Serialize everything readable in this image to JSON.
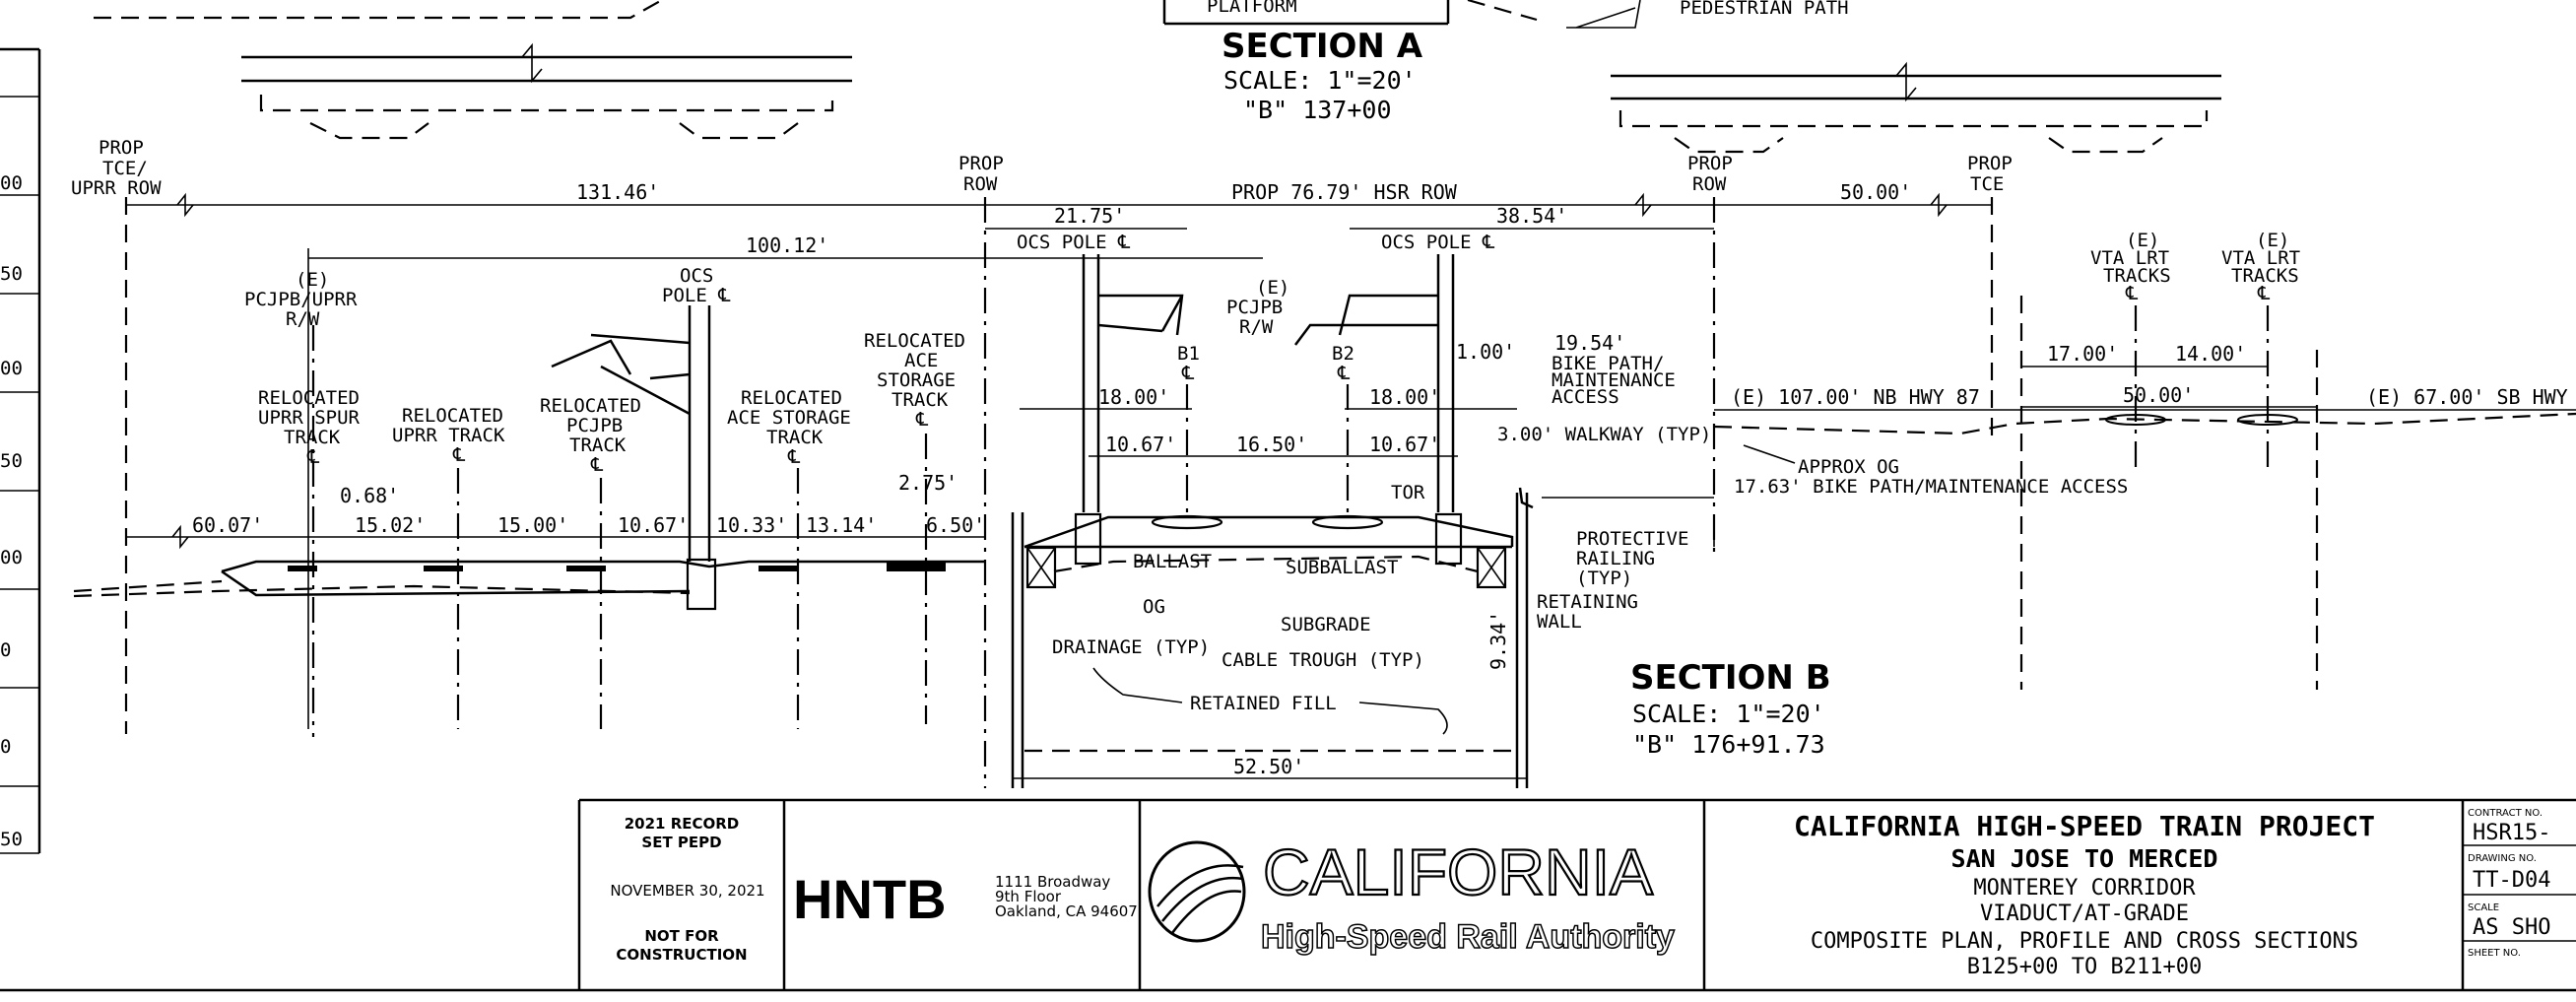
{
  "section_a": {
    "platform_label": "PLATFORM",
    "title": "SECTION A",
    "scale": "SCALE: 1\"=20'",
    "station": "\"B\" 137+00",
    "pedestrian_path": "PEDESTRIAN PATH"
  },
  "section_b": {
    "title": "SECTION B",
    "scale": "SCALE: 1\"=20'",
    "station": "\"B\" 176+91.73"
  },
  "row_labels": {
    "prop_tce_uprr_row": [
      "PROP",
      "TCE/",
      "UPRR ROW"
    ],
    "prop_row_left": [
      "PROP",
      "ROW"
    ],
    "prop_row_right": [
      "PROP",
      "ROW"
    ],
    "prop_tce_right": [
      "PROP",
      "TCE"
    ],
    "hsr_row": "PROP 76.79' HSR ROW"
  },
  "dimensions": {
    "d131_46": "131.46'",
    "d100_12": "100.12'",
    "d21_75": "21.75'",
    "d38_54": "38.54'",
    "d50_00_top": "50.00'",
    "d60_07": "60.07'",
    "d15_02": "15.02'",
    "d15_00": "15.00'",
    "d10_67a": "10.67'",
    "d10_33": "10.33'",
    "d13_14": "13.14'",
    "d6_50": "6.50'",
    "d0_68": "0.68'",
    "d2_75": "2.75'",
    "d18_00a": "18.00'",
    "d18_00b": "18.00'",
    "d10_67b": "10.67'",
    "d16_50": "16.50'",
    "d10_67c": "10.67'",
    "d1_00": "1.00'",
    "d19_54": "19.54'",
    "d9_34": "9.34'",
    "d52_50": "52.50'",
    "d17_00": "17.00'",
    "d14_00": "14.00'",
    "d50_00_right": "50.00'",
    "walkway": "3.00' WALKWAY (TYP)",
    "nb_hwy": "(E) 107.00' NB HWY 87",
    "sb_hwy": "(E) 67.00' SB HWY",
    "bike_path": "17.63' BIKE PATH/MAINTENANCE ACCESS",
    "approx_og": "APPROX OG"
  },
  "labels": {
    "ocs_pole_1": "OCS POLE ℄",
    "ocs_pole_2": "OCS POLE ℄",
    "ocs_pole_left": [
      "OCS",
      "POLE ℄"
    ],
    "pcjpb_uprr_rw": [
      "(E)",
      "PCJPB/UPRR",
      "R/W"
    ],
    "pcjpb_rw": [
      "(E)",
      "PCJPB",
      "R/W"
    ],
    "relocated_uprr_spur": [
      "RELOCATED",
      "UPRR SPUR",
      "TRACK"
    ],
    "relocated_uprr_track": [
      "RELOCATED",
      "UPRR TRACK"
    ],
    "relocated_pcjpb_track": [
      "RELOCATED",
      "PCJPB",
      "TRACK"
    ],
    "relocated_ace_storage_1": [
      "RELOCATED",
      "ACE STORAGE",
      "TRACK"
    ],
    "relocated_ace_storage_2": [
      "RELOCATED",
      "ACE",
      "STORAGE",
      "TRACK"
    ],
    "b1": "B1",
    "b2": "B2",
    "bike_path_access": [
      "BIKE PATH/",
      "MAINTENANCE",
      "ACCESS"
    ],
    "tor": "TOR",
    "ballast": "BALLAST",
    "subballast": "SUBBALLAST",
    "og": "OG",
    "subgrade": "SUBGRADE",
    "drainage": "DRAINAGE (TYP)",
    "cable_trough": "CABLE TROUGH (TYP)",
    "retained_fill": "RETAINED FILL",
    "protective_railing": [
      "PROTECTIVE",
      "RAILING",
      "(TYP)"
    ],
    "retaining_wall": [
      "RETAINING",
      "WALL"
    ],
    "vta_lrt_1": [
      "(E)",
      "VTA LRT",
      "TRACKS",
      "℄"
    ],
    "vta_lrt_2": [
      "(E)",
      "VTA LRT",
      "TRACKS",
      "℄"
    ],
    "cl": "℄"
  },
  "left_scale": [
    "00",
    "50",
    "00",
    "50",
    "00",
    "0",
    "0",
    "50"
  ],
  "title_block": {
    "record": [
      "2021 RECORD",
      "SET PEPD"
    ],
    "date": "NOVEMBER 30, 2021",
    "not_for": [
      "NOT FOR",
      "CONSTRUCTION"
    ],
    "hntb": "HNTB",
    "address": [
      "1111 Broadway",
      "9th Floor",
      "Oakland, CA 94607"
    ],
    "ca_logo_word": "CALIFORNIA",
    "ca_logo_sub": "High-Speed Rail Authority",
    "project": "CALIFORNIA HIGH-SPEED TRAIN PROJECT",
    "segment": "SAN JOSE TO MERCED",
    "corridor": "MONTEREY CORRIDOR",
    "structure": "VIADUCT/AT-GRADE",
    "sheet_title": "COMPOSITE PLAN, PROFILE AND CROSS SECTIONS",
    "stations": "B125+00 TO B211+00",
    "contract_label": "CONTRACT NO.",
    "contract_value": "HSR15-",
    "drawing_label": "DRAWING NO.",
    "drawing_value": "TT-D04",
    "scale_label": "SCALE",
    "scale_value": "AS SHO",
    "sheet_label": "SHEET NO."
  }
}
